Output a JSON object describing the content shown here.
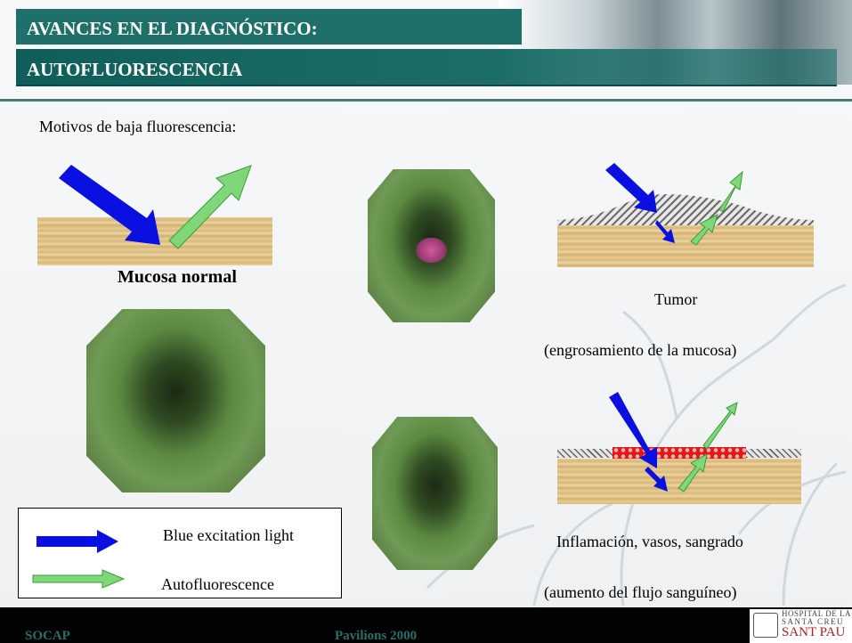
{
  "header": {
    "title_line1": "AVANCES EN EL DIAGNÓSTICO:",
    "title_line2": "AUTOFLUORESCENCIA"
  },
  "intro": "Motivos de baja fluorescencia:",
  "normal": {
    "label": "Mucosa normal"
  },
  "tumor": {
    "title": "Tumor",
    "subtitle": "(engrosamiento de la mucosa)"
  },
  "inflammation": {
    "title": "Inflamación, vasos, sangrado",
    "subtitle": "(aumento del flujo sanguíneo)"
  },
  "legend": {
    "blue_label": "Blue excitation light",
    "green_label": "Autofluorescence"
  },
  "footer": {
    "left": "SOCAP",
    "center": "Pavilions 2000"
  },
  "logo": {
    "line1": "HOSPITAL DE LA",
    "line2": "SANTA CREU",
    "line3": "SANT PAU"
  },
  "colors": {
    "title_bg": "#1f6f6a",
    "excitation_arrow": "#0a10e0",
    "fluorescence_arrow": "#7fd77a",
    "blood_layer": "#e01818"
  }
}
